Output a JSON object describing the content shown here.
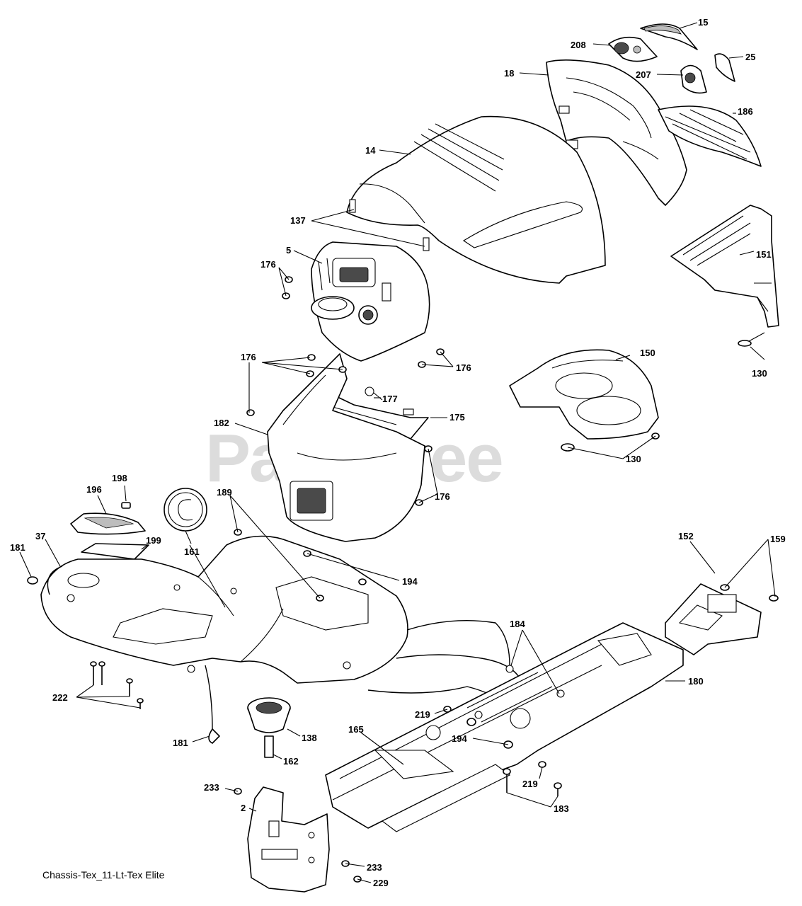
{
  "watermark": "PartsTree",
  "caption": "Chassis-Tex_11-Lt-Tex Elite",
  "callouts": {
    "c15": "15",
    "c208": "208",
    "c25": "25",
    "c18": "18",
    "c207": "207",
    "c186": "186",
    "c14": "14",
    "c137": "137",
    "c151": "151",
    "c5": "5",
    "c176a": "176",
    "c176b": "176",
    "c176c": "176",
    "c176d": "176",
    "c130a": "130",
    "c150": "150",
    "c177": "177",
    "c175": "175",
    "c182": "182",
    "c130b": "130",
    "c198": "198",
    "c196": "196",
    "c189": "189",
    "c37": "37",
    "c199": "199",
    "c181a": "181",
    "c161": "161",
    "c194a": "194",
    "c152": "152",
    "c159": "159",
    "c184": "184",
    "c180": "180",
    "c222": "222",
    "c219a": "219",
    "c165": "165",
    "c194b": "194",
    "c138": "138",
    "c181b": "181",
    "c162": "162",
    "c219b": "219",
    "c233a": "233",
    "c183": "183",
    "c2": "2",
    "c233b": "233",
    "c229": "229"
  }
}
